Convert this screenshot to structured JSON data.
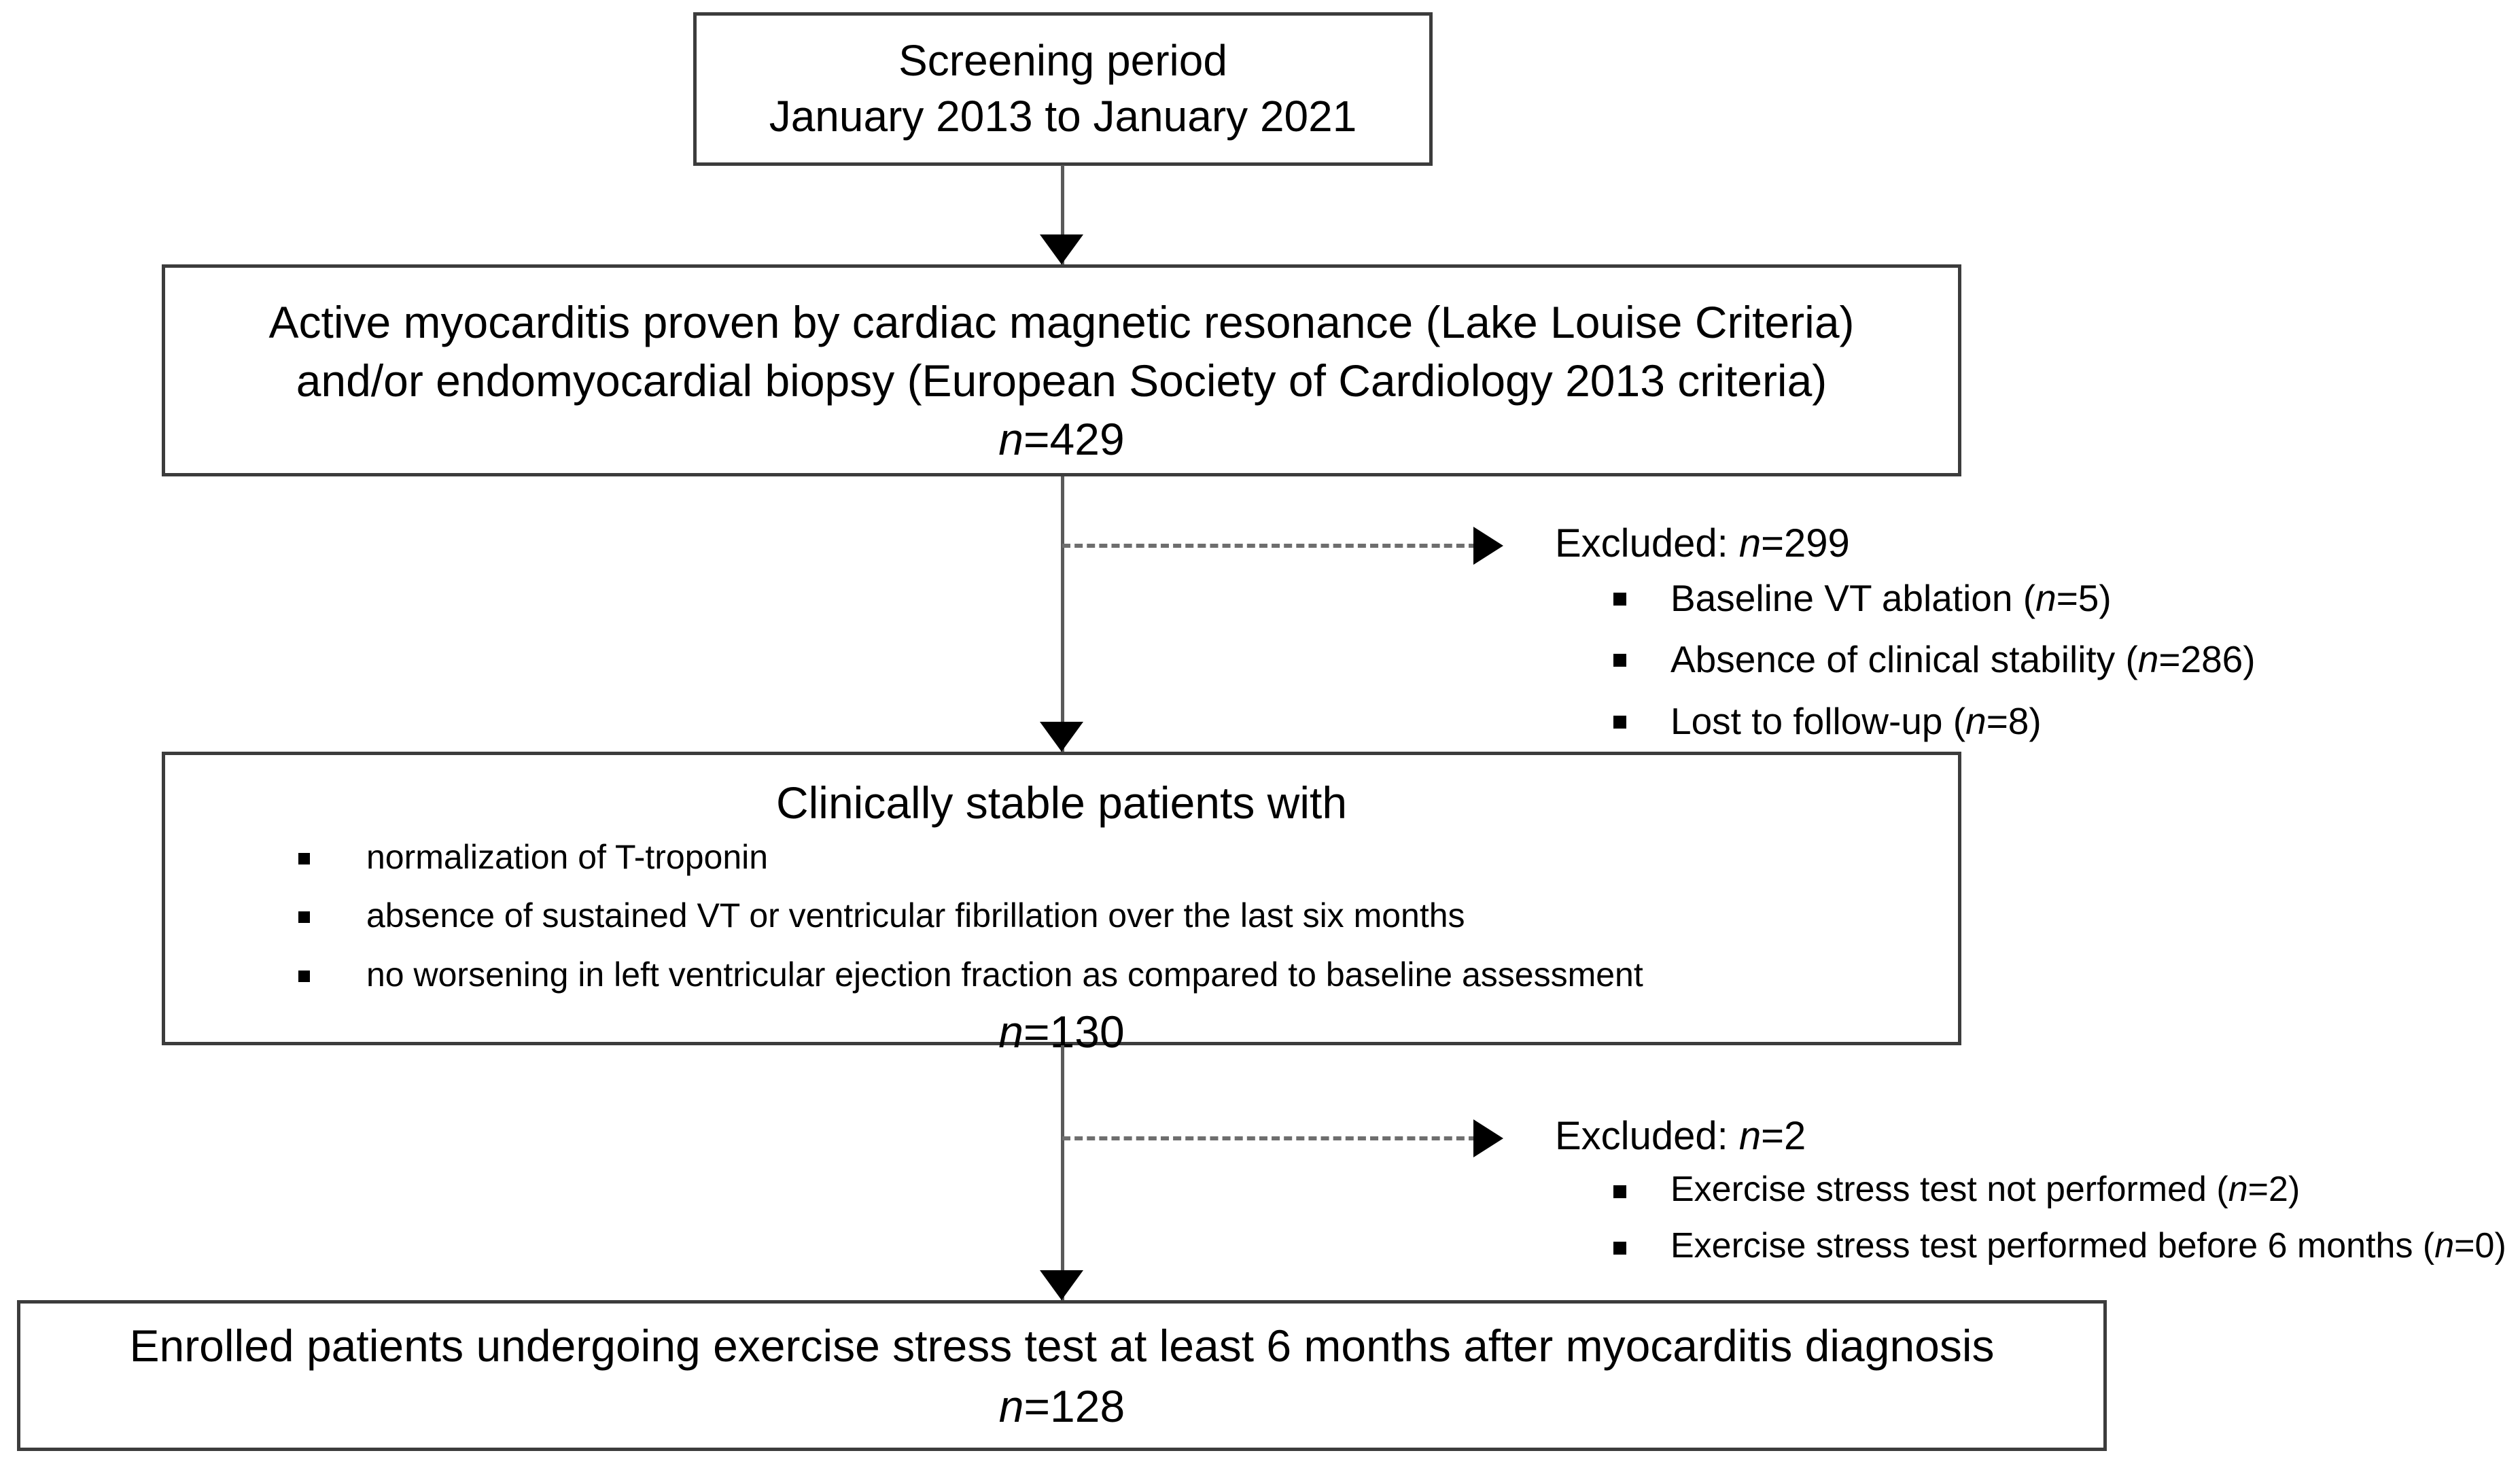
{
  "flowchart": {
    "boxes": {
      "screening": {
        "line1": "Screening period",
        "line2": "January 2013 to January 2021"
      },
      "proven": {
        "line1": "Active myocarditis proven by cardiac magnetic resonance (Lake Louise Criteria)",
        "line2": "and/or endomyocardial biopsy (European Society of Cardiology 2013 criteria)",
        "n_label": "n",
        "n_eq": "=429"
      },
      "stable": {
        "heading": "Clinically stable patients with",
        "bullets": [
          "normalization of T-troponin",
          "absence of sustained VT or ventricular fibrillation over the last six months",
          "no worsening in left ventricular ejection fraction as compared to baseline assessment"
        ],
        "n_label": "n",
        "n_eq": "=130"
      },
      "enrolled": {
        "line1": "Enrolled patients undergoing exercise stress test at least 6 months after myocarditis diagnosis",
        "n_label": "n",
        "n_eq": "=128"
      }
    },
    "excluded": [
      {
        "title_prefix": "Excluded: ",
        "title_n": "n",
        "title_value": "=299",
        "items": [
          {
            "text": "Baseline VT ablation (",
            "n": "n",
            "value": "=5)"
          },
          {
            "text": "Absence of clinical stability (",
            "n": "n",
            "value": "=286)"
          },
          {
            "text": "Lost to follow-up (",
            "n": "n",
            "value": "=8)"
          }
        ]
      },
      {
        "title_prefix": "Excluded: ",
        "title_n": "n",
        "title_value": "=2",
        "items": [
          {
            "text": "Exercise stress test not performed (",
            "n": "n",
            "value": "=2)"
          },
          {
            "text": "Exercise stress test performed before 6 months (",
            "n": "n",
            "value": "=0)"
          }
        ]
      }
    ],
    "colors": {
      "box_border": "#3c3c3c",
      "connector": "#5a5a5a",
      "dashed_connector": "#6e6e6e",
      "text": "#000000",
      "background": "#ffffff"
    }
  }
}
